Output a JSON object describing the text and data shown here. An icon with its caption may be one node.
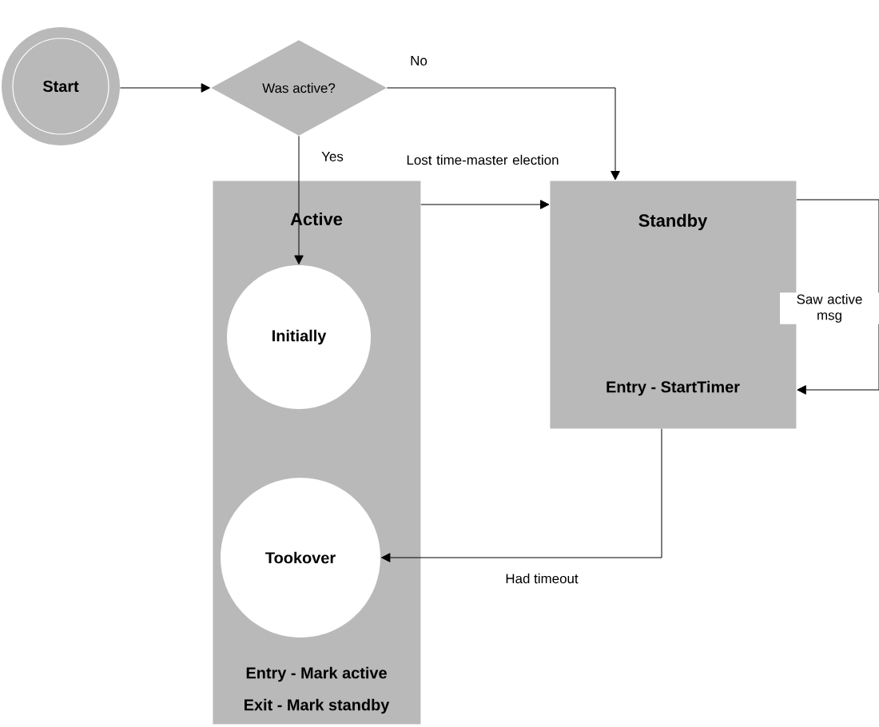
{
  "diagram": {
    "nodes": [
      {
        "text": [
          "Start"
        ]
      },
      {
        "text": [
          "Was active?"
        ]
      },
      {
        "text": [
          "Active",
          "Entry - Mark active",
          "Exit - Mark standby"
        ]
      },
      {
        "text": [
          "Initially"
        ],
        "in": 2
      },
      {
        "text": [
          "Tookover"
        ],
        "in": 2
      },
      {
        "text": [
          "Standby",
          "Entry - StartTimer"
        ]
      }
    ],
    "edges": [
      {
        "from": 0,
        "to": 1,
        "arrow": "to"
      },
      {
        "from": 1,
        "to": 5,
        "arrow": "to",
        "label": "No"
      },
      {
        "from": 1,
        "to": 3,
        "arrow": "to",
        "label": "Yes"
      },
      {
        "from": 2,
        "to": 5,
        "arrow": "to",
        "label": "Lost time-master election"
      },
      {
        "from": 5,
        "to": 5,
        "arrow": "to",
        "label": "Saw active msg"
      },
      {
        "from": 5,
        "to": 4,
        "arrow": "to",
        "label": "Had timeout"
      }
    ]
  }
}
